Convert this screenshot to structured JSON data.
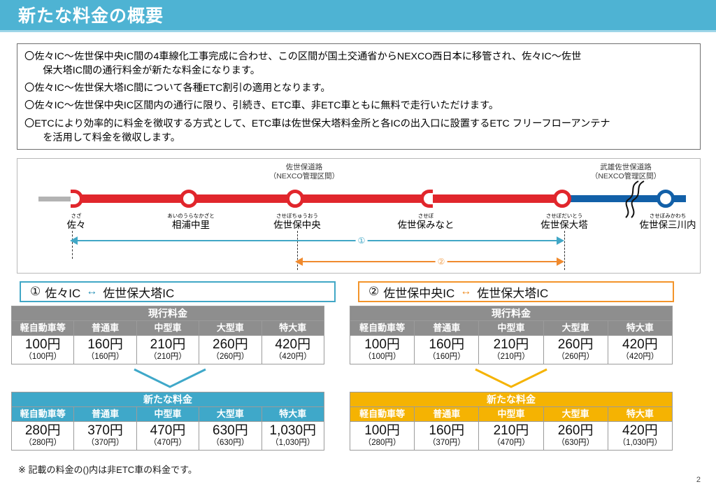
{
  "header": {
    "title": "新たな料金の概要"
  },
  "bullets": [
    {
      "mark": "〇",
      "line1": "佐々IC〜佐世保中央IC間の4車線化工事完成に合わせ、この区間が国土交通省からNEXCO西日本に移管され、佐々IC〜佐世",
      "line2": "保大塔IC間の通行料金が新たな料金になります。"
    },
    {
      "mark": "〇",
      "line1": "佐々IC〜佐世保大塔IC間について各種ETC割引の適用となります。",
      "line2": ""
    },
    {
      "mark": "〇",
      "line1": "佐々IC〜佐世保中央IC区間内の通行に限り、引続き、ETC車、非ETC車ともに無料で走行いただけます。",
      "line2": ""
    },
    {
      "mark": "〇",
      "line1": "ETCにより効率的に料金を徴収する方式として、ETC車は佐世保大塔料金所と各ICの出入口に設置するETC フリーフローアンテナ",
      "line2": "を活用して料金を徴収します。"
    }
  ],
  "diagram": {
    "road_labels": [
      {
        "name": "佐世保道路",
        "sub": "（NEXCO管理区間）"
      },
      {
        "name": "武雄佐世保道路",
        "sub": "（NEXCO管理区間）"
      }
    ],
    "stations": [
      {
        "furigana": "さざ",
        "kanji": "佐々",
        "marker": "half-right",
        "color": "red"
      },
      {
        "furigana": "あいのうらなかざと",
        "kanji": "相浦中里",
        "marker": "circle",
        "color": "red"
      },
      {
        "furigana": "させぼちゅうおう",
        "kanji": "佐世保中央",
        "marker": "circle",
        "color": "red"
      },
      {
        "furigana": "させぼ",
        "kanji": "佐世保みなと",
        "marker": "half-left",
        "color": "red"
      },
      {
        "furigana": "させぼだいとう",
        "kanji": "佐世保大塔",
        "marker": "circle",
        "color": "red"
      },
      {
        "furigana": "させぼみかわち",
        "kanji": "佐世保三川内",
        "marker": "circle",
        "color": "blue"
      }
    ],
    "spans": [
      {
        "number": "①",
        "color": "#41a7c6",
        "from": "佐々",
        "to": "佐世保大塔"
      },
      {
        "number": "②",
        "color": "#f08a2e",
        "from": "佐世保中央",
        "to": "佐世保大塔"
      }
    ]
  },
  "sections": [
    {
      "number": "①",
      "from": "佐々IC",
      "bidir": "↔",
      "to": "佐世保大塔IC",
      "accent": "#41a7c6",
      "current": {
        "title": "現行料金",
        "columns": [
          "軽自動車等",
          "普通車",
          "中型車",
          "大型車",
          "特大車"
        ],
        "values": [
          "100円",
          "160円",
          "210円",
          "260円",
          "420円"
        ],
        "values_non_etc": [
          "（100円）",
          "（160円）",
          "（210円）",
          "（260円）",
          "（420円）"
        ]
      },
      "new": {
        "title": "新たな料金",
        "columns": [
          "軽自動車等",
          "普通車",
          "中型車",
          "大型車",
          "特大車"
        ],
        "values": [
          "280円",
          "370円",
          "470円",
          "630円",
          "1,030円"
        ],
        "values_non_etc": [
          "（280円）",
          "（370円）",
          "（470円）",
          "（630円）",
          "（1,030円）"
        ]
      }
    },
    {
      "number": "②",
      "from": "佐世保中央IC",
      "bidir": "↔",
      "to": "佐世保大塔IC",
      "accent": "#f3942a",
      "current": {
        "title": "現行料金",
        "columns": [
          "軽自動車等",
          "普通車",
          "中型車",
          "大型車",
          "特大車"
        ],
        "values": [
          "100円",
          "160円",
          "210円",
          "260円",
          "420円"
        ],
        "values_non_etc": [
          "（100円）",
          "（160円）",
          "（210円）",
          "（260円）",
          "（420円）"
        ]
      },
      "new": {
        "title": "新たな料金",
        "columns": [
          "軽自動車等",
          "普通車",
          "中型車",
          "大型車",
          "特大車"
        ],
        "values": [
          "100円",
          "160円",
          "210円",
          "260円",
          "420円"
        ],
        "values_non_etc": [
          "（280円）",
          "（370円）",
          "（470円）",
          "（630円）",
          "（1,030円）"
        ]
      }
    }
  ],
  "footnote": "※ 記載の料金の()内は非ETC車の料金です。",
  "page_number": "2"
}
